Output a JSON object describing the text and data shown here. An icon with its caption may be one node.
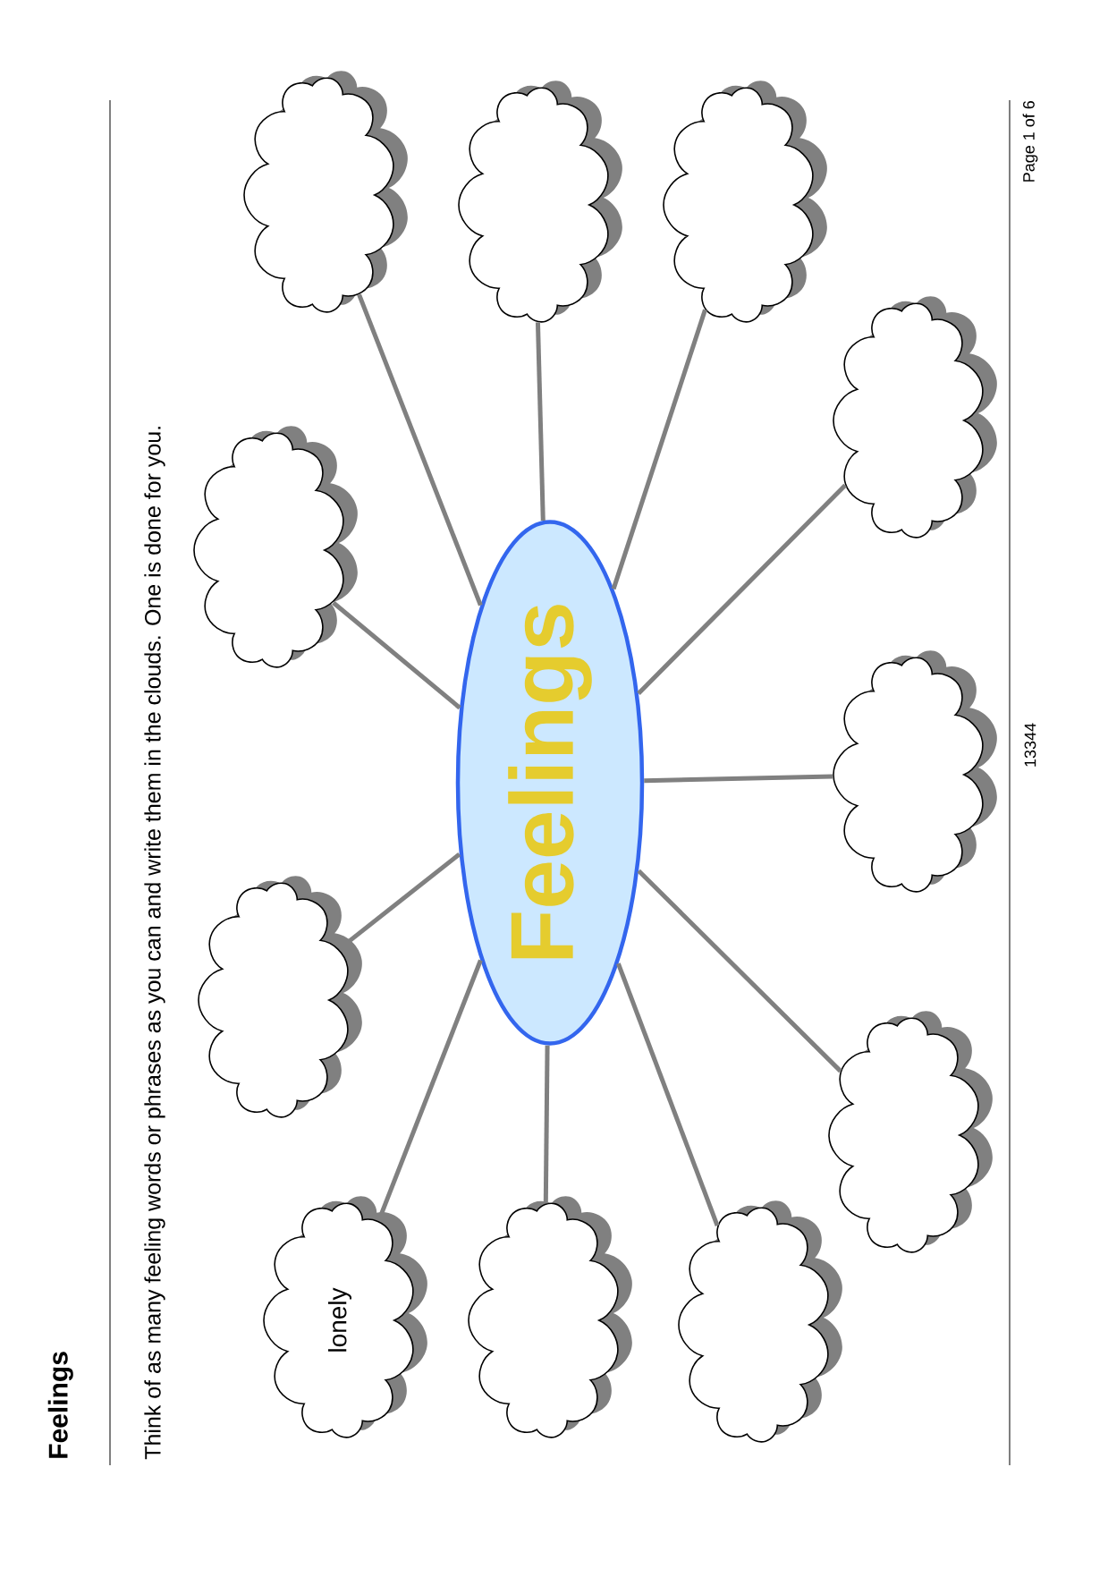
{
  "diagram": {
    "title": "Feelings",
    "nodes": [
      {
        "text": [
          "Feelings"
        ]
      },
      {
        "text": [],
        "shape": "cloud"
      },
      {
        "text": [],
        "shape": "cloud"
      },
      {
        "text": [],
        "shape": "cloud"
      },
      {
        "text": [],
        "shape": "cloud"
      },
      {
        "text": [],
        "shape": "cloud"
      },
      {
        "text": [],
        "shape": "cloud"
      },
      {
        "text": [],
        "shape": "cloud"
      },
      {
        "text": [],
        "shape": "cloud"
      },
      {
        "text": [
          "lonely"
        ]
      },
      {
        "text": [],
        "shape": "cloud"
      },
      {
        "text": [],
        "shape": "cloud"
      }
    ],
    "edges": [
      {
        "from": 0,
        "to": 1,
        "arrow": "none"
      },
      {
        "from": 0,
        "to": 2,
        "arrow": "none"
      },
      {
        "from": 0,
        "to": 3,
        "arrow": "none"
      },
      {
        "from": 0,
        "to": 4,
        "arrow": "none"
      },
      {
        "from": 0,
        "to": 5,
        "arrow": "none"
      },
      {
        "from": 0,
        "to": 6,
        "arrow": "none"
      },
      {
        "from": 0,
        "to": 7,
        "arrow": "none"
      },
      {
        "from": 0,
        "to": 8,
        "arrow": "none"
      },
      {
        "from": 0,
        "to": 9,
        "arrow": "none"
      },
      {
        "from": 0,
        "to": 10,
        "arrow": "none"
      },
      {
        "from": 0,
        "to": 11,
        "arrow": "none"
      }
    ],
    "labels": [
      "Think of as many feeling words or phrases as you can and write them in the clouds.  One is done for you.",
      "13344",
      "Page 1 of 6"
    ]
  }
}
